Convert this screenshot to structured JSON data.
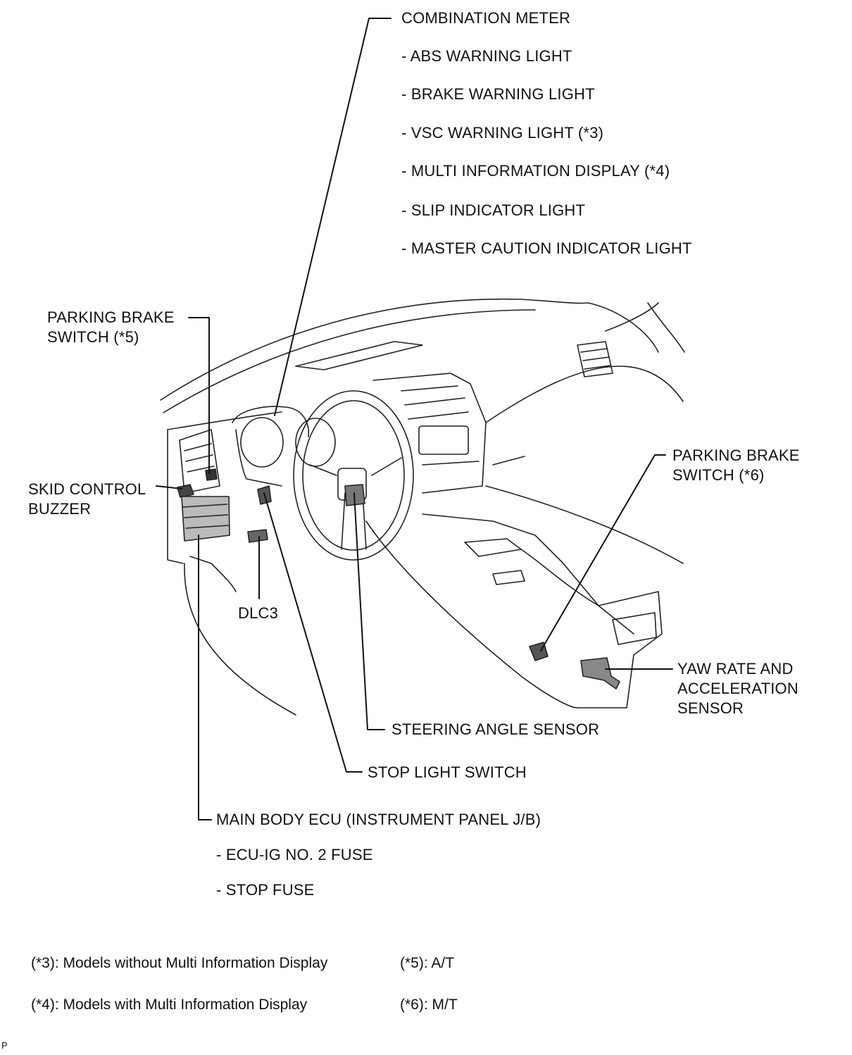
{
  "labels": {
    "combination_meter": "COMBINATION METER",
    "meter_items": [
      "- ABS WARNING LIGHT",
      "- BRAKE WARNING LIGHT",
      "- VSC WARNING LIGHT (*3)",
      "- MULTI INFORMATION DISPLAY (*4)",
      "- SLIP INDICATOR LIGHT",
      "- MASTER CAUTION INDICATOR LIGHT"
    ],
    "parking_brake_switch_at": [
      "PARKING BRAKE",
      "SWITCH (*5)"
    ],
    "parking_brake_switch_mt": [
      "PARKING BRAKE",
      "SWITCH (*6)"
    ],
    "skid_control_buzzer": [
      "SKID CONTROL",
      "BUZZER"
    ],
    "dlc3": "DLC3",
    "yaw_rate_sensor": [
      "YAW RATE AND",
      "ACCELERATION",
      "SENSOR"
    ],
    "steering_angle_sensor": "STEERING ANGLE SENSOR",
    "stop_light_switch": "STOP LIGHT SWITCH",
    "main_body_ecu": "MAIN BODY ECU (INSTRUMENT PANEL J/B)",
    "ecu_items": [
      "- ECU-IG NO. 2 FUSE",
      "- STOP FUSE"
    ]
  },
  "notes": {
    "n3": "(*3): Models without Multi Information Display",
    "n4": "(*4): Models with Multi Information Display",
    "n5": "(*5): A/T",
    "n6": "(*6): M/T"
  },
  "corner_mark": "P"
}
